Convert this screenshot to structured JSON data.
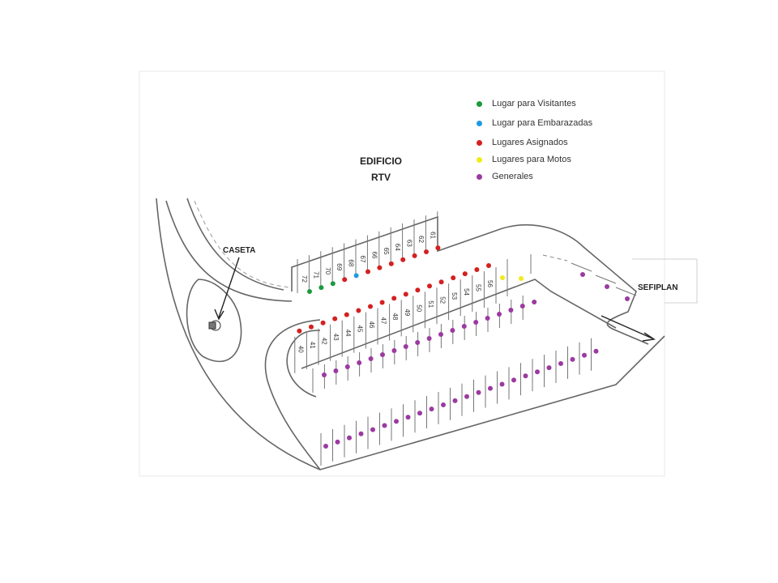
{
  "building": {
    "line1": "EDIFICIO",
    "line2": "RTV"
  },
  "labels": {
    "booth": "CASETA",
    "exit": "SEFIPLAN"
  },
  "legend": [
    {
      "key": "visitors",
      "label": "Lugar para Visitantes",
      "color": "#1a9a3c"
    },
    {
      "key": "pregnant",
      "label": "Lugar para Embarazadas",
      "color": "#1e9be0"
    },
    {
      "key": "assigned",
      "label": "Lugares Asignados",
      "color": "#d42020"
    },
    {
      "key": "motos",
      "label": "Lugares para Motos",
      "color": "#f2ea1a"
    },
    {
      "key": "general",
      "label": "Generales",
      "color": "#9b3aa0"
    }
  ],
  "spots_top_row": [
    "72",
    "71",
    "70",
    "69",
    "68",
    "67",
    "66",
    "65",
    "64",
    "63",
    "62",
    "61"
  ],
  "spots_middle_top": [
    "56",
    "55",
    "54",
    "53",
    "52",
    "51",
    "50",
    "49",
    "48",
    "47",
    "46",
    "45",
    "44",
    "43",
    "42",
    "41",
    "40"
  ]
}
